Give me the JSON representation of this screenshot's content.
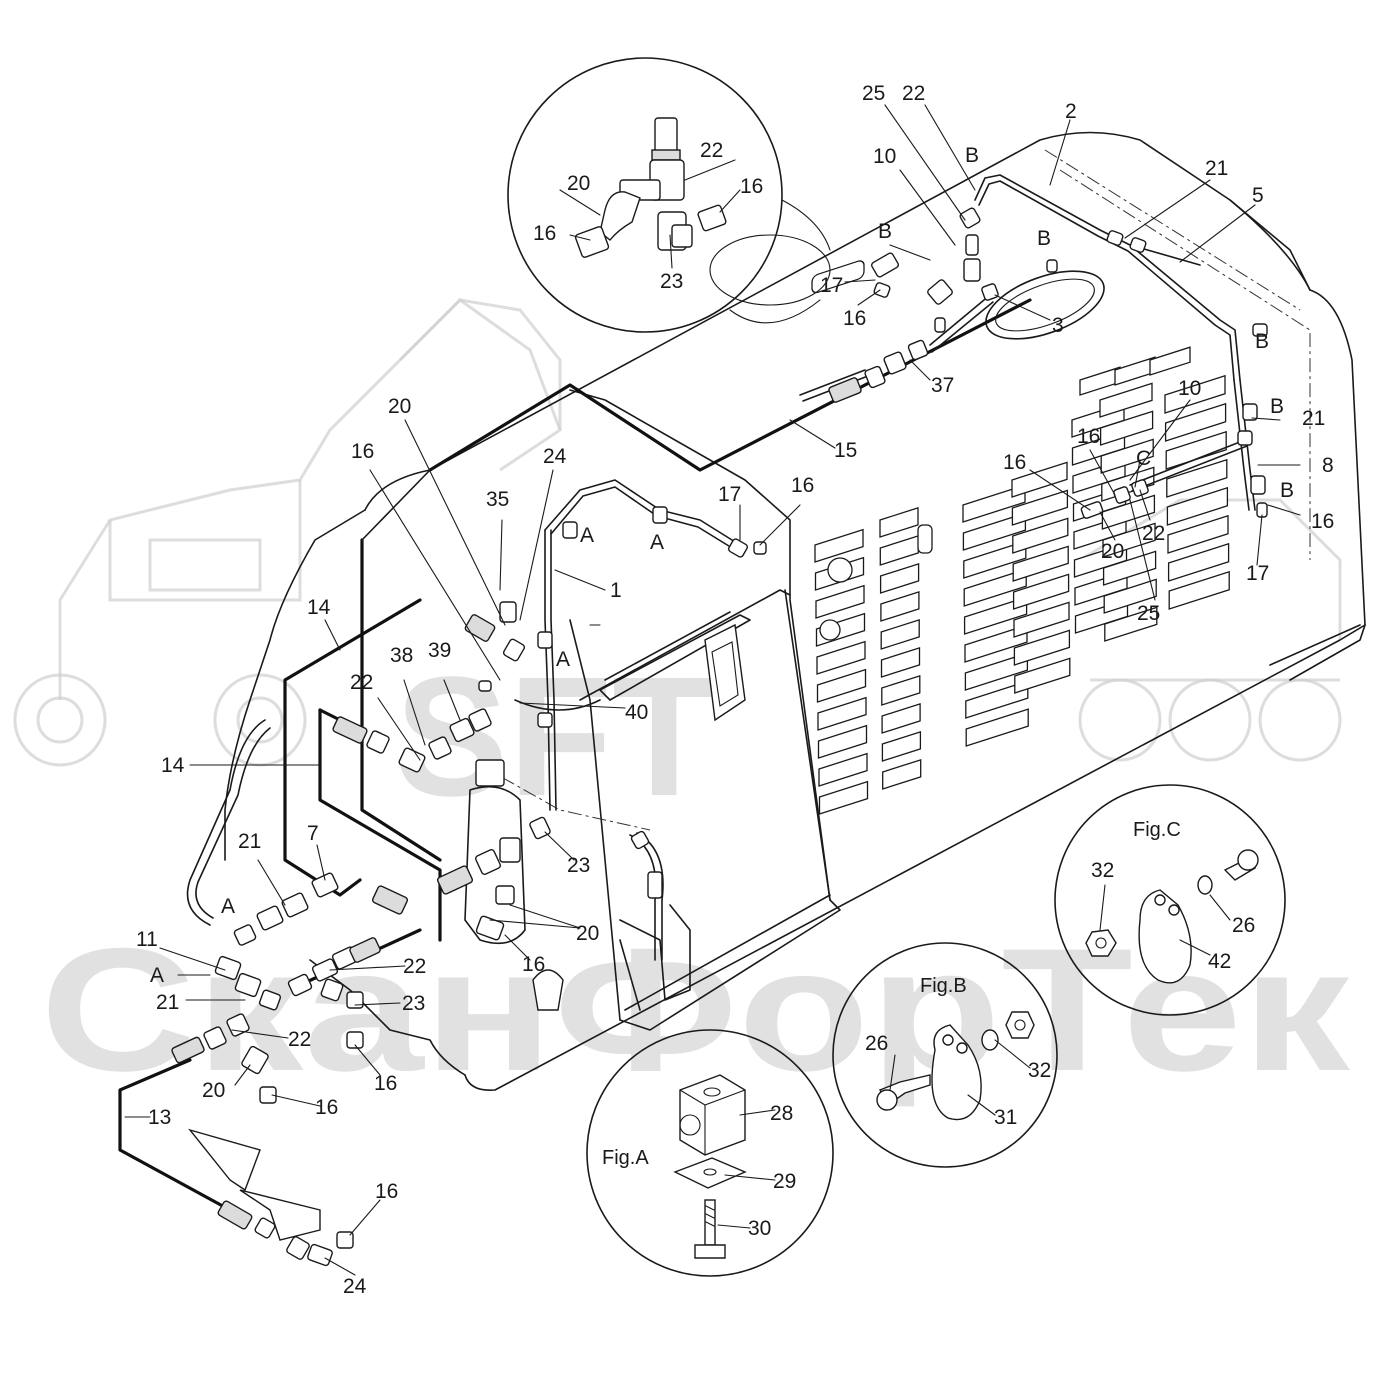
{
  "watermark": {
    "logo_text": "SFT",
    "brand_text": "СканФорТек"
  },
  "inset_labels": [
    {
      "id": "fig-a",
      "text": "Fig.A"
    },
    {
      "id": "fig-b",
      "text": "Fig.B"
    },
    {
      "id": "fig-c",
      "text": "Fig.C"
    }
  ],
  "callouts": {
    "detail_circle": [
      "22",
      "20",
      "16",
      "16",
      "23"
    ],
    "top_right": [
      "25",
      "22",
      "2",
      "10",
      "B",
      "B",
      "B",
      "21",
      "5",
      "17",
      "16",
      "3",
      "37",
      "15"
    ],
    "right_side": [
      "B",
      "10",
      "B",
      "21",
      "16",
      "16",
      "C",
      "8",
      "B",
      "16",
      "22",
      "20",
      "17",
      "25"
    ],
    "center": [
      "20",
      "16",
      "24",
      "35",
      "17",
      "16",
      "A",
      "A",
      "1",
      "A",
      "14",
      "38",
      "39",
      "22",
      "40"
    ],
    "left": [
      "14",
      "21",
      "7",
      "A",
      "11",
      "A",
      "21",
      "22",
      "23",
      "22",
      "20",
      "16",
      "16",
      "13",
      "16",
      "24",
      "23",
      "20",
      "16"
    ],
    "fig_a": [
      "28",
      "29",
      "30"
    ],
    "fig_b": [
      "26",
      "32",
      "31"
    ],
    "fig_c": [
      "32",
      "26",
      "42"
    ]
  }
}
